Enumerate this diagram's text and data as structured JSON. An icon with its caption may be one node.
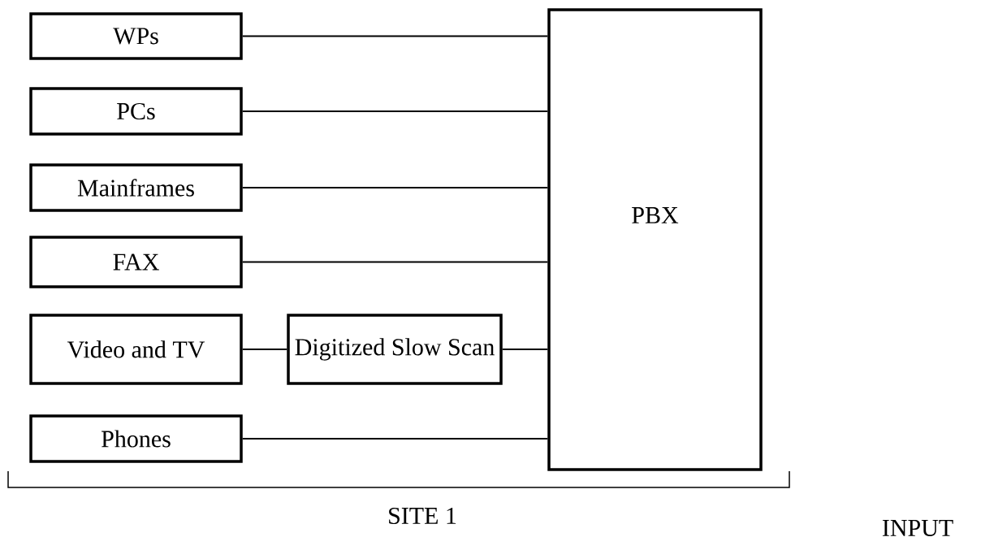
{
  "diagram": {
    "nodes": [
      {
        "text": [
          "WPs"
        ]
      },
      {
        "text": [
          "PCs"
        ]
      },
      {
        "text": [
          "Mainframes"
        ]
      },
      {
        "text": [
          "FAX"
        ]
      },
      {
        "text": [
          "Video and TV"
        ]
      },
      {
        "text": [
          "Digitized Slow Scan"
        ]
      },
      {
        "text": [
          "Phones"
        ]
      },
      {
        "text": [
          "PBX"
        ]
      }
    ],
    "edges": [
      {
        "from": 0,
        "to": 7,
        "arrow": "none"
      },
      {
        "from": 1,
        "to": 7,
        "arrow": "none"
      },
      {
        "from": 2,
        "to": 7,
        "arrow": "none"
      },
      {
        "from": 3,
        "to": 7,
        "arrow": "none"
      },
      {
        "from": 4,
        "to": 5,
        "arrow": "none"
      },
      {
        "from": 5,
        "to": 7,
        "arrow": "none"
      },
      {
        "from": 6,
        "to": 7,
        "arrow": "none"
      }
    ],
    "labels": [
      "SITE 1",
      "INPUT"
    ]
  }
}
